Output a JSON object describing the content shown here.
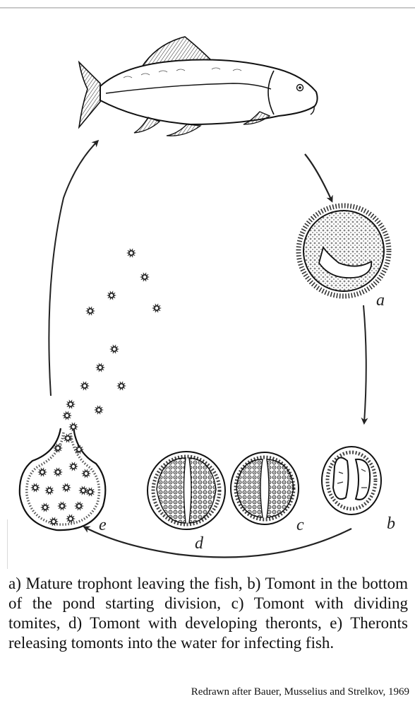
{
  "labels": {
    "a": "a",
    "b": "b",
    "c": "c",
    "d": "d",
    "e": "e"
  },
  "caption": "a) Mature trophont leaving the fish, b) Tomont in the bottom of the pond starting division, c) Tomont with dividing tomites, d) Tomont with developing theronts, e) Theronts releasing tomonts into the water for infecting fish.",
  "credit": "Redrawn after Bauer, Musselius and Strelkov, 1969"
}
